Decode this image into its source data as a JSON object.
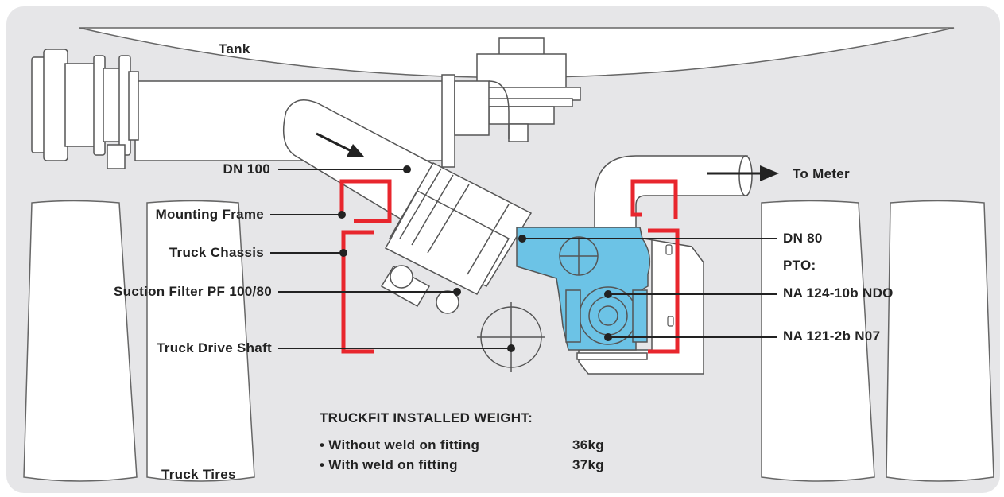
{
  "labels": {
    "tank": "Tank",
    "dn100": "DN 100",
    "mounting_frame": "Mounting Frame",
    "truck_chassis": "Truck Chassis",
    "suction_filter": "Suction Filter PF 100/80",
    "drive_shaft": "Truck Drive Shaft",
    "to_meter": "To Meter",
    "dn80": "DN 80",
    "pto_heading": "PTO:",
    "pto_1": "NA 124-10b NDO",
    "pto_2": "NA 121-2b N07",
    "truck_tires": "Truck Tires"
  },
  "weight": {
    "heading": "TRUCKFIT INSTALLED WEIGHT:",
    "rows": [
      {
        "label": "• Without weld on fitting",
        "value": "36kg"
      },
      {
        "label": "• With weld on fitting",
        "value": "37kg"
      }
    ]
  },
  "colors": {
    "background": "#e6e6e8",
    "frame_red": "#e8262d",
    "pump_blue": "#6cc3e6",
    "outline": "#555555"
  }
}
